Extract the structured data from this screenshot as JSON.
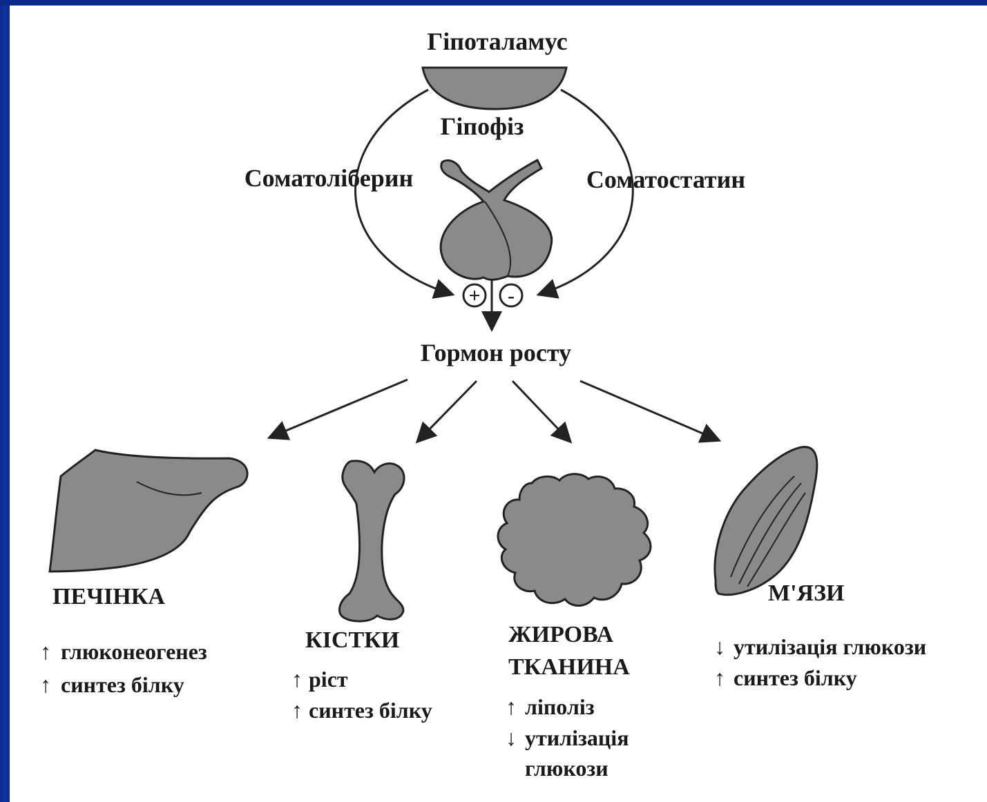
{
  "hypothalamus": "Гіпоталамус",
  "pituitary": "Гіпофіз",
  "somatoliberin": "Соматоліберин",
  "somatostatin": "Соматостатин",
  "plus_sign": "+",
  "minus_sign": "-",
  "growth_hormone": "Гормон росту",
  "targets": {
    "liver": {
      "name": "ПЕЧІНКА",
      "effects": [
        {
          "dir": "↑",
          "text": "глюконеогенез"
        },
        {
          "dir": "↑",
          "text": "синтез білку"
        }
      ]
    },
    "bones": {
      "name": "КІСТКИ",
      "effects": [
        {
          "dir": "↑",
          "text": "ріст"
        },
        {
          "dir": "↑",
          "text": "синтез білку"
        }
      ]
    },
    "adipose": {
      "name_line1": "ЖИРОВА",
      "name_line2": "ТКАНИНА",
      "effects": [
        {
          "dir": "↑",
          "text": "ліполіз"
        },
        {
          "dir": "↓",
          "text": "утилізація"
        },
        {
          "dir": "",
          "text": "глюкози"
        }
      ]
    },
    "muscles": {
      "name": "М'ЯЗИ",
      "effects": [
        {
          "dir": "↓",
          "text": "утилізація глюкози"
        },
        {
          "dir": "↑",
          "text": "синтез білку"
        }
      ]
    }
  }
}
